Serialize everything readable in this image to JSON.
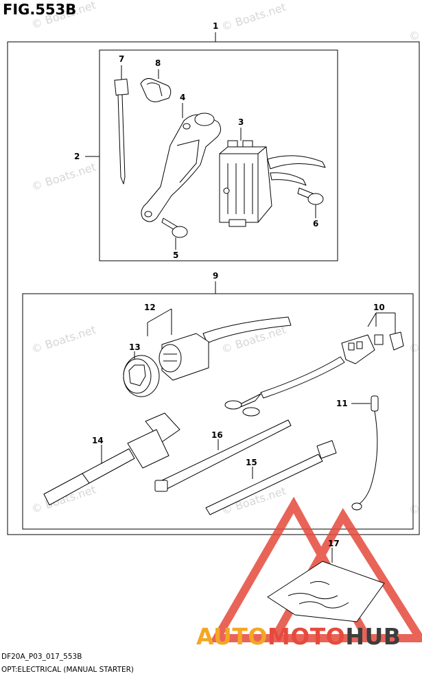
{
  "figure": {
    "title": "FIG.553B",
    "footer_code": "DF20A_P03_017_553B",
    "footer_caption": "OPT:ELECTRICAL (MANUAL STARTER)"
  },
  "callouts": {
    "n1": "1",
    "n2": "2",
    "n3": "3",
    "n4": "4",
    "n5": "5",
    "n6": "6",
    "n7": "7",
    "n8": "8",
    "n9": "9",
    "n10": "10",
    "n11": "11",
    "n12": "12",
    "n13": "13",
    "n14": "14",
    "n15": "15",
    "n16": "16",
    "n17": "17"
  },
  "watermark": {
    "text": "© Boats.net"
  },
  "brand": {
    "part1": "AUTO",
    "part2": "MOTO",
    "part3": "HUB",
    "color_orange": "#f5a623",
    "color_red": "#e64a3c",
    "color_gray": "#3d3d3d"
  }
}
